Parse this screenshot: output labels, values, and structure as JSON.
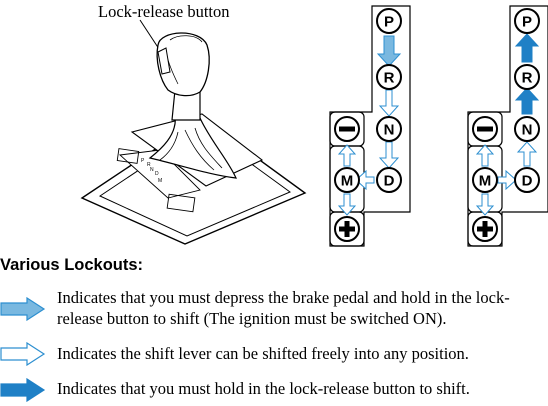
{
  "figure": {
    "callout_label": "Lock-release button",
    "gate_labels": {
      "p": "P",
      "r": "R",
      "n": "N",
      "d": "D",
      "m": "M"
    }
  },
  "heading": "Various Lockouts:",
  "legend": [
    {
      "icon": "light-blue-arrow-icon",
      "color": "#79b8e0",
      "text": "Indicates that you must depress the brake pedal and hold in the lock-release button to shift (The ignition must be switched ON)."
    },
    {
      "icon": "outline-arrow-icon",
      "color": "#ffffff",
      "text": "Indicates the shift lever can be shifted freely into any position."
    },
    {
      "icon": "solid-blue-arrow-icon",
      "color": "#1f80c6",
      "text": "Indicates that you must hold in the lock-release button to shift."
    }
  ],
  "colors": {
    "light_blue": "#79b8e0",
    "dark_blue": "#1f80c6",
    "outline": "#2d8fd0"
  }
}
